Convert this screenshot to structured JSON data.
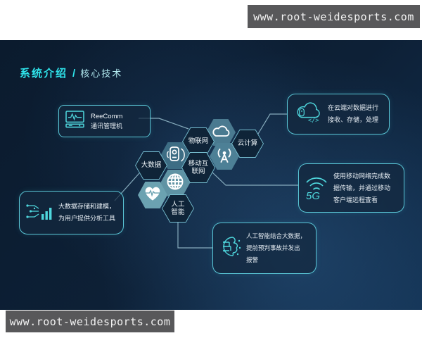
{
  "header_badge": {
    "url": "www.root-weidesports.com"
  },
  "footer_badge": {
    "url": "www.root-weidesports.com"
  },
  "title": {
    "primary": "系统介绍",
    "separator": "/",
    "secondary": "核心技术"
  },
  "callouts": {
    "reecomm": {
      "icon": "monitor-ecg-icon",
      "lines": [
        "ReeComm",
        "通讯管理机"
      ]
    },
    "cloud": {
      "icon": "cloud-code-icon",
      "lines": [
        "在云端对数据进行",
        "接收、存储，处理"
      ]
    },
    "five_g": {
      "icon": "wifi-5g-icon",
      "icon_text": "5G",
      "lines": [
        "使用移动网络完成数",
        "据传输，并通过移动",
        "客户端远程查看"
      ]
    },
    "ai": {
      "icon": "brain-circuit-icon",
      "lines": [
        "人工智能结合大数据，",
        "提前预判事故并发出",
        "报警"
      ]
    },
    "bigdata": {
      "icon": "data-bars-icon",
      "lines": [
        "大数据存储和建模，",
        "为用户提供分析工具"
      ]
    }
  },
  "hexes": {
    "iot": {
      "label": "物联网"
    },
    "cloud_computing": {
      "label": "云计算"
    },
    "big_data": {
      "label": "大数据"
    },
    "mobile_internet": {
      "lines": [
        "移动互",
        "联网"
      ]
    },
    "ai": {
      "lines": [
        "人工",
        "智能"
      ]
    },
    "icon_hexes": [
      "cloud-icon",
      "comm-device-icon",
      "broadcast-icon",
      "globe-icon",
      "heart-pulse-icon"
    ]
  },
  "colors": {
    "accent_cyan": "#2fe3ea",
    "box_border": "#5ac6d6",
    "background_navy": "#0c1d31",
    "badge_gray": "#58585a",
    "connector": "#93b9c9",
    "hex_teal_cloud": "#4a7a90",
    "hex_teal_device": "#3d6d84",
    "hex_teal_broadcast": "#4d8096",
    "hex_teal_globe": "#5f93a4",
    "hex_teal_heart": "#6ba2b1"
  }
}
